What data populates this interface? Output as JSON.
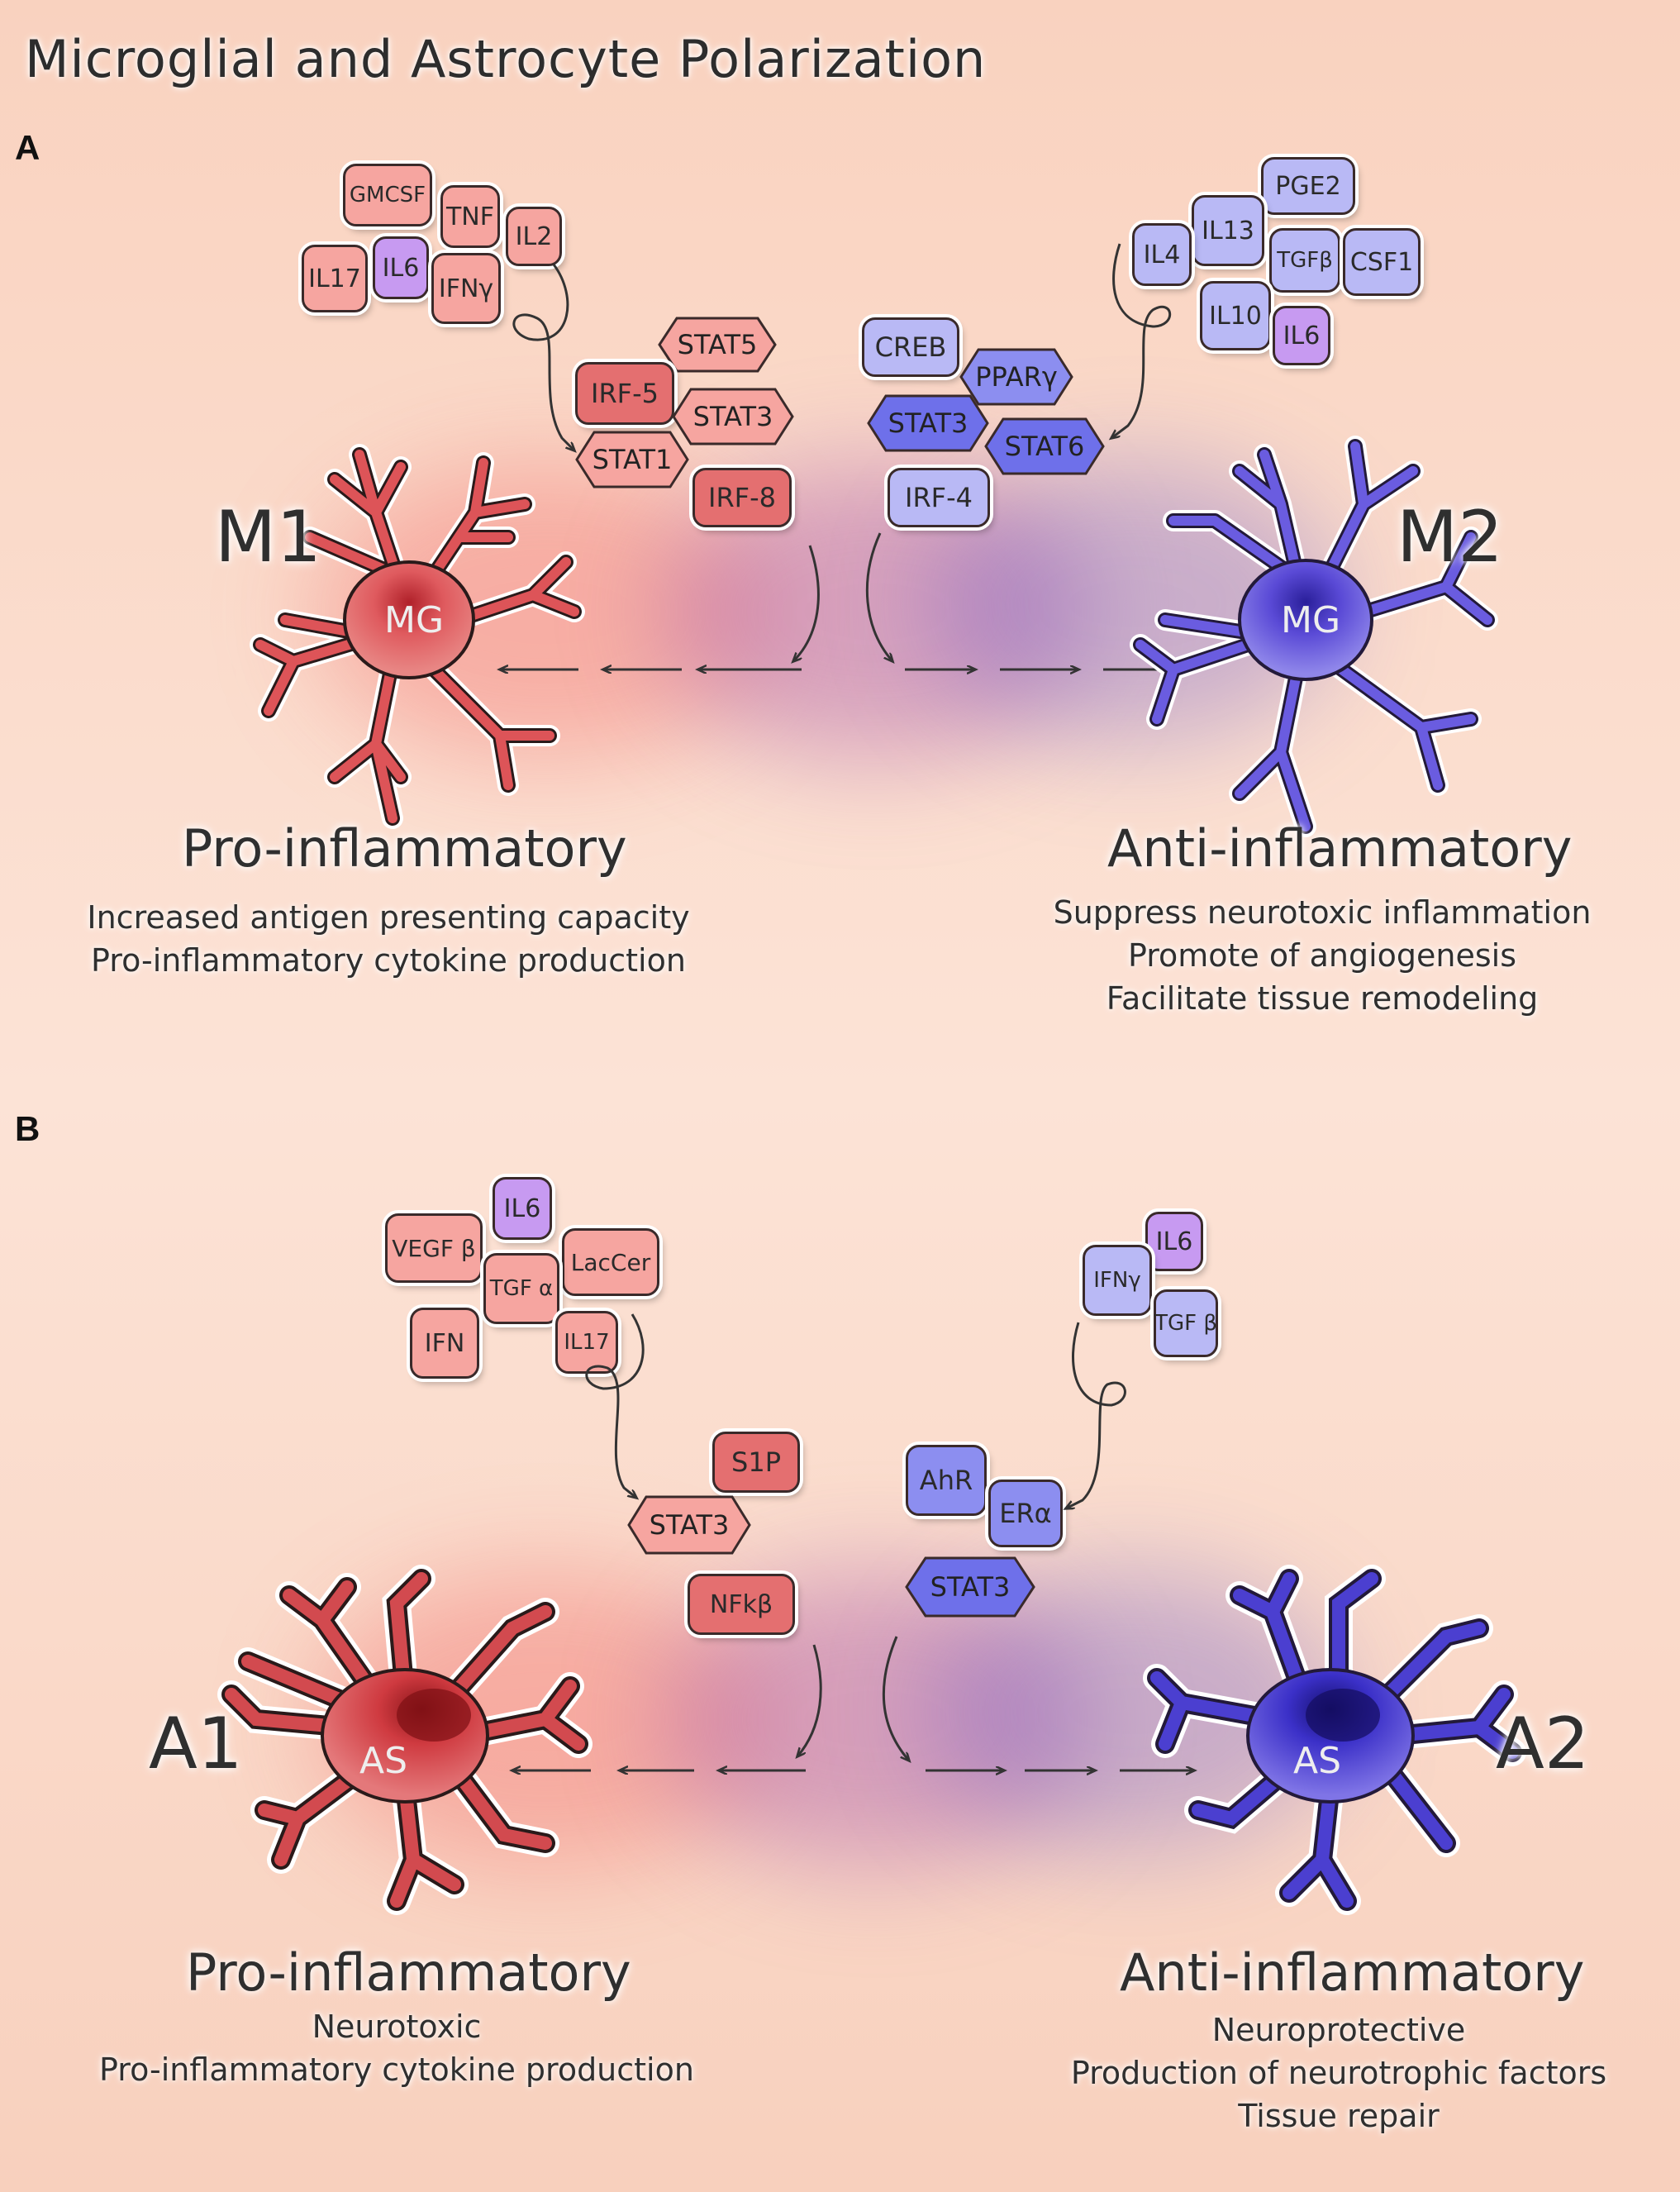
{
  "title": "Microglial and Astrocyte Polarization",
  "panels": {
    "a": {
      "label": "A",
      "m1_label": "M1",
      "m2_label": "M2",
      "cell_text": "MG",
      "m1_cytokines": [
        "GMCSF",
        "TNF",
        "IL2",
        "IL17",
        "IL6",
        "IFNγ"
      ],
      "m1_factors": [
        "STAT5",
        "IRF-5",
        "STAT3",
        "STAT1",
        "IRF-8"
      ],
      "m2_factors": [
        "CREB",
        "PPARγ",
        "STAT3",
        "STAT6",
        "IRF-4"
      ],
      "m2_cytokines": [
        "PGE2",
        "IL13",
        "IL4",
        "TGFβ",
        "CSF1",
        "IL10",
        "IL6"
      ],
      "left_heading": "Pro-inflammatory",
      "left_desc": [
        "Increased antigen presenting capacity",
        "Pro-inflammatory cytokine production"
      ],
      "right_heading": "Anti-inflammatory",
      "right_desc": [
        "Suppress neurotoxic inflammation",
        "Promote of angiogenesis",
        "Facilitate tissue remodeling"
      ]
    },
    "b": {
      "label": "B",
      "a1_label": "A1",
      "a2_label": "A2",
      "cell_text": "AS",
      "a1_cytokines": [
        "IL6",
        "VEGF β",
        "LacCer",
        "TGF α",
        "IFN",
        "IL17"
      ],
      "a1_factors": [
        "S1P",
        "STAT3",
        "NFkβ"
      ],
      "a2_cytokines": [
        "IL6",
        "IFNγ",
        "TGF β"
      ],
      "a2_factors": [
        "AhR",
        "ERα",
        "STAT3"
      ],
      "left_heading": "Pro-inflammatory",
      "left_desc": [
        "Neurotoxic",
        "Pro-inflammatory cytokine production"
      ],
      "right_heading": "Anti-inflammatory",
      "right_desc": [
        "Neuroprotective",
        "Production of neurotrophic factors",
        "Tissue repair"
      ]
    }
  },
  "colors": {
    "pro": "#f6a5a0",
    "pro_dark": "#e46f70",
    "anti": "#b9b9f5",
    "anti_dark": "#8c8ef0",
    "il6": "#c79af1",
    "m1_cell": "#d9474d",
    "m2_cell": "#5a4ad6"
  }
}
